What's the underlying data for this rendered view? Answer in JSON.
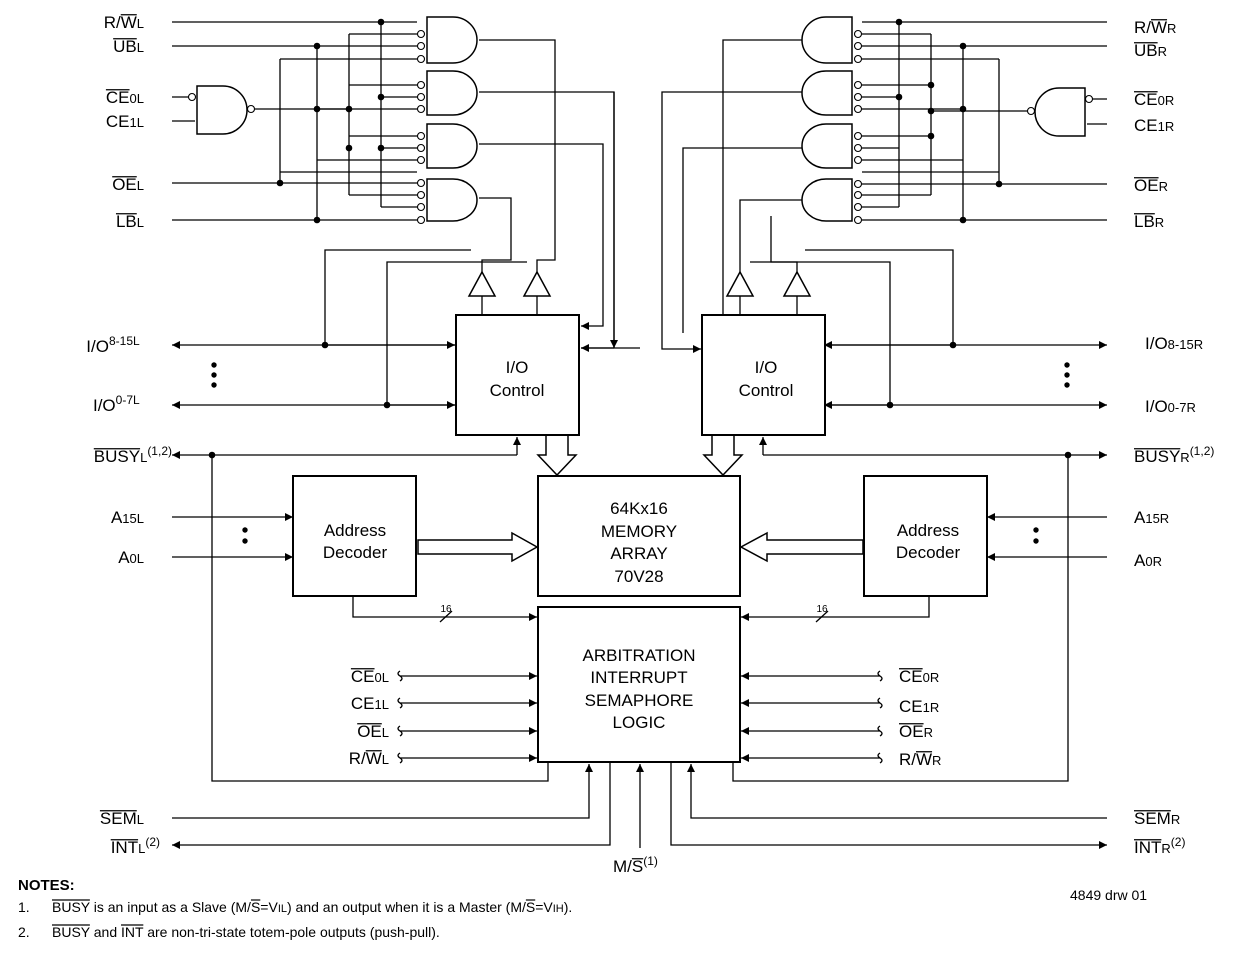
{
  "left_signals": {
    "rw": {
      "base": "R/",
      "ov": "W",
      "sub": "L"
    },
    "ub": {
      "ov": "UB",
      "sub": "L"
    },
    "ce0": {
      "ov": "CE",
      "sub": "0L"
    },
    "ce1": {
      "base": "CE",
      "sub": "1L"
    },
    "oe": {
      "ov": "OE",
      "sub": "L"
    },
    "lb": {
      "ov": "LB",
      "sub": "L"
    },
    "io_hi": {
      "base": "I/O",
      "sup": "8-15L"
    },
    "io_lo": {
      "base": "I/O",
      "sup": "0-7L"
    },
    "busy": {
      "ov": "BUSY",
      "sub": "L",
      "sup": "(1,2)"
    },
    "a15": {
      "base": "A",
      "sub": "15L"
    },
    "a0": {
      "base": "A",
      "sub": "0L"
    },
    "sem": {
      "ov": "SEM",
      "sub": "L"
    },
    "int": {
      "ov": "INT",
      "sub": "L",
      "sup": "(2)"
    }
  },
  "right_signals": {
    "rw": {
      "base": "R/",
      "ov": "W",
      "sub": "R"
    },
    "ub": {
      "ov": "UB",
      "sub": "R"
    },
    "ce0": {
      "ov": "CE",
      "sub": "0R"
    },
    "ce1": {
      "base": "CE",
      "sub": "1R"
    },
    "oe": {
      "ov": "OE",
      "sub": "R"
    },
    "lb": {
      "ov": "LB",
      "sub": "R"
    },
    "io_hi": {
      "base": "I/O",
      "sub": "8-15R"
    },
    "io_lo": {
      "base": "I/O",
      "sub": "0-7R"
    },
    "busy": {
      "ov": "BUSY",
      "sub": "R",
      "sup": "(1,2)"
    },
    "a15": {
      "base": "A",
      "sub": "15R"
    },
    "a0": {
      "base": "A",
      "sub": "0R"
    },
    "sem": {
      "ov": "SEM",
      "sub": "R"
    },
    "int": {
      "ov": "INT",
      "sub": "R",
      "sup": "(2)"
    }
  },
  "arb_left_inputs": {
    "ce0": {
      "ov": "CE",
      "sub": "0L"
    },
    "ce1": {
      "base": "CE",
      "sub": "1L"
    },
    "oe": {
      "ov": "OE",
      "sub": "L"
    },
    "rw": {
      "base": "R/",
      "ov": "W",
      "sub": "L"
    }
  },
  "arb_right_inputs": {
    "ce0": {
      "ov": "CE",
      "sub": "0R"
    },
    "ce1": {
      "base": "CE",
      "sub": "1R"
    },
    "oe": {
      "ov": "OE",
      "sub": "R"
    },
    "rw": {
      "base": "R/",
      "ov": "W",
      "sub": "R"
    }
  },
  "blocks": {
    "io_control_left": [
      "I/O",
      "Control"
    ],
    "io_control_right": [
      "I/O",
      "Control"
    ],
    "addr_dec_left": [
      "Address",
      "Decoder"
    ],
    "addr_dec_right": [
      "Address",
      "Decoder"
    ],
    "memory": [
      "64Kx16",
      "MEMORY",
      "ARRAY",
      "70V28"
    ],
    "arbitration": [
      "ARBITRATION",
      "INTERRUPT",
      "SEMAPHORE",
      "LOGIC"
    ]
  },
  "bus_width": "16",
  "ms": {
    "base": "M/",
    "ov": "S",
    "sup": "(1)"
  },
  "drawing_id": "4849 drw 01",
  "notes": {
    "heading": "NOTES:",
    "n1": {
      "num": "1.",
      "ov": "BUSY",
      "t1": " is an input as a Slave (M/",
      "ov2": "S",
      "t2": "=V",
      "s1": "IL",
      "t3": ") and an output when it is a Master (M/",
      "ov3": "S",
      "t4": "=V",
      "s2": "IH",
      "t5": ")."
    },
    "n2": {
      "num": "2.",
      "ov": "BUSY",
      "t1": " and ",
      "ov2": "INT",
      "t2": " are non-tri-state totem-pole outputs (push-pull)."
    }
  }
}
